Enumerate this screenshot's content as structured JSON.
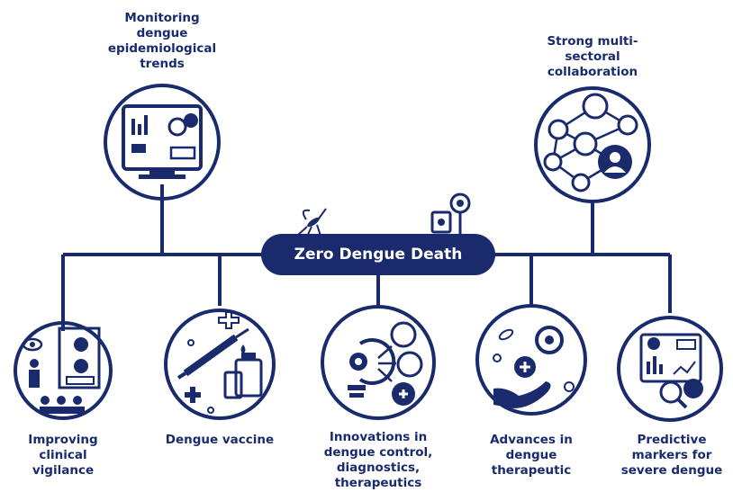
{
  "center": {
    "title": "Zero Dengue Death"
  },
  "top_nodes": [
    {
      "label": "Monitoring\ndengue\nepidemiological\ntrends",
      "icon": "monitor-dashboard-icon"
    },
    {
      "label": "Strong multi-\nsectoral\ncollaboration",
      "icon": "network-people-icon"
    }
  ],
  "bottom_nodes": [
    {
      "label": "Improving\nclinical\nvigilance",
      "icon": "clinical-vigilance-icon"
    },
    {
      "label": "Dengue vaccine",
      "icon": "vaccine-syringe-icon"
    },
    {
      "label": "Innovations in\ndengue control,\ndiagnostics,\ntherapeutics",
      "icon": "innovation-bulb-icon"
    },
    {
      "label": "Advances in\ndengue\ntherapeutic",
      "icon": "therapeutic-hand-icon"
    },
    {
      "label": "Predictive\nmarkers for\nsevere dengue",
      "icon": "predictive-markers-icon"
    }
  ],
  "colors": {
    "navy": "#1a2b6d",
    "background": "#ffffff"
  }
}
